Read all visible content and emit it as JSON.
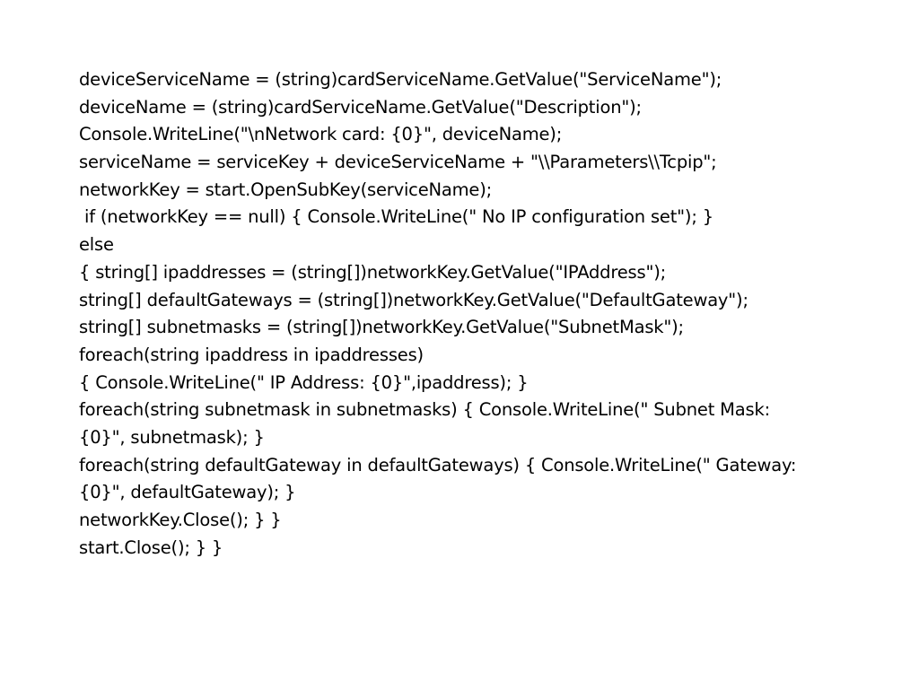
{
  "document": {
    "lines": [
      "deviceServiceName = (string)cardServiceName.GetValue(\"ServiceName\");",
      "deviceName = (string)cardServiceName.GetValue(\"Description\");",
      "Console.WriteLine(\"\\nNetwork card: {0}\", deviceName);",
      "serviceName = serviceKey + deviceServiceName + \"\\\\Parameters\\\\Tcpip\";",
      "networkKey = start.OpenSubKey(serviceName);",
      " if (networkKey == null) { Console.WriteLine(\" No IP configuration set\"); }",
      "else",
      "{ string[] ipaddresses = (string[])networkKey.GetValue(\"IPAddress\");",
      "string[] defaultGateways = (string[])networkKey.GetValue(\"DefaultGateway\");",
      "string[] subnetmasks = (string[])networkKey.GetValue(\"SubnetMask\");",
      "foreach(string ipaddress in ipaddresses)",
      "{ Console.WriteLine(\" IP Address: {0}\",ipaddress); }",
      "foreach(string subnetmask in subnetmasks) { Console.WriteLine(\" Subnet Mask:",
      "{0}\", subnetmask); }",
      "foreach(string defaultGateway in defaultGateways) { Console.WriteLine(\" Gateway:",
      "{0}\", defaultGateway); }",
      "networkKey.Close(); } }",
      "start.Close(); } }"
    ]
  }
}
